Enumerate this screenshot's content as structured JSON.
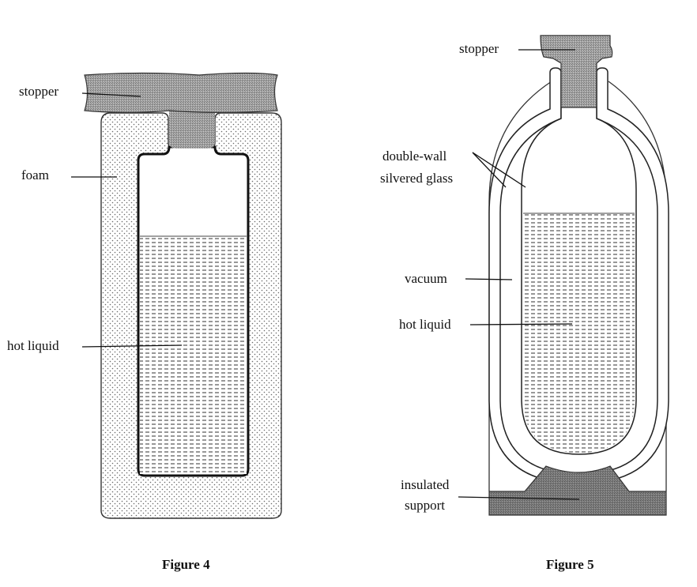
{
  "figure4": {
    "labels": {
      "stopper": "stopper",
      "foam": "foam",
      "hot_liquid": "hot liquid"
    },
    "caption": "Figure 4"
  },
  "figure5": {
    "labels": {
      "stopper": "stopper",
      "double_wall_line1": "double-wall",
      "double_wall_line2": "silvered glass",
      "vacuum": "vacuum",
      "hot_liquid": "hot liquid",
      "support_line1": "insulated",
      "support_line2": "support"
    },
    "caption": "Figure 5"
  },
  "colors": {
    "stopper_fill": "#9a9a9a",
    "support_fill": "#777777",
    "outline": "#222222"
  }
}
